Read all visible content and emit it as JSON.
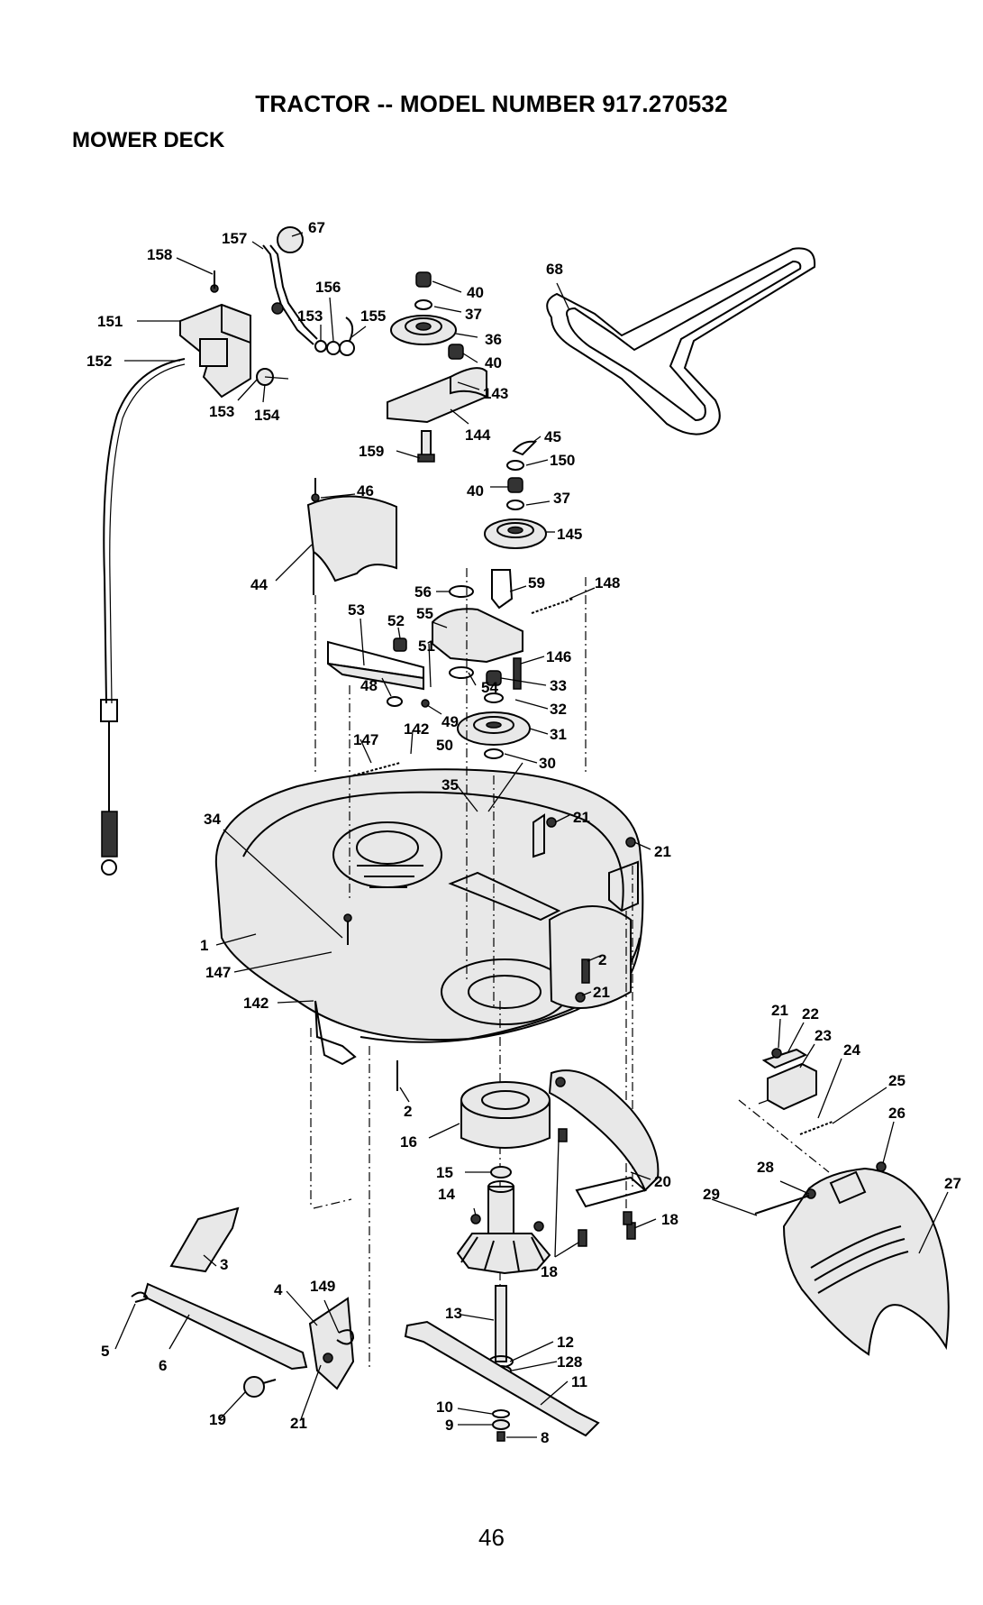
{
  "header": {
    "title": "TRACTOR -- MODEL NUMBER 917.270532",
    "section": "MOWER DECK"
  },
  "footer": {
    "page_number": "46"
  },
  "callouts": [
    {
      "id": "c67",
      "label": "67"
    },
    {
      "id": "c157",
      "label": "157"
    },
    {
      "id": "c158",
      "label": "158"
    },
    {
      "id": "c156",
      "label": "156"
    },
    {
      "id": "c151",
      "label": "151"
    },
    {
      "id": "c153a",
      "label": "153"
    },
    {
      "id": "c155",
      "label": "155"
    },
    {
      "id": "c152",
      "label": "152"
    },
    {
      "id": "c153b",
      "label": "153"
    },
    {
      "id": "c154",
      "label": "154"
    },
    {
      "id": "c40a",
      "label": "40"
    },
    {
      "id": "c37a",
      "label": "37"
    },
    {
      "id": "c36",
      "label": "36"
    },
    {
      "id": "c40b",
      "label": "40"
    },
    {
      "id": "c143",
      "label": "143"
    },
    {
      "id": "c144",
      "label": "144"
    },
    {
      "id": "c68",
      "label": "68"
    },
    {
      "id": "c159",
      "label": "159"
    },
    {
      "id": "c45",
      "label": "45"
    },
    {
      "id": "c150",
      "label": "150"
    },
    {
      "id": "c46",
      "label": "46"
    },
    {
      "id": "c40c",
      "label": "40"
    },
    {
      "id": "c37b",
      "label": "37"
    },
    {
      "id": "c145",
      "label": "145"
    },
    {
      "id": "c44",
      "label": "44"
    },
    {
      "id": "c56",
      "label": "56"
    },
    {
      "id": "c59",
      "label": "59"
    },
    {
      "id": "c148",
      "label": "148"
    },
    {
      "id": "c53",
      "label": "53"
    },
    {
      "id": "c52",
      "label": "52"
    },
    {
      "id": "c55",
      "label": "55"
    },
    {
      "id": "c51",
      "label": "51"
    },
    {
      "id": "c146",
      "label": "146"
    },
    {
      "id": "c48",
      "label": "48"
    },
    {
      "id": "c54",
      "label": "54"
    },
    {
      "id": "c33",
      "label": "33"
    },
    {
      "id": "c32",
      "label": "32"
    },
    {
      "id": "c49",
      "label": "49"
    },
    {
      "id": "c142a",
      "label": "142"
    },
    {
      "id": "c147a",
      "label": "147"
    },
    {
      "id": "c50",
      "label": "50"
    },
    {
      "id": "c31",
      "label": "31"
    },
    {
      "id": "c30",
      "label": "30"
    },
    {
      "id": "c35",
      "label": "35"
    },
    {
      "id": "c34",
      "label": "34"
    },
    {
      "id": "c21a",
      "label": "21"
    },
    {
      "id": "c21b",
      "label": "21"
    },
    {
      "id": "c1",
      "label": "1"
    },
    {
      "id": "c147b",
      "label": "147"
    },
    {
      "id": "c2a",
      "label": "2"
    },
    {
      "id": "c21c",
      "label": "21"
    },
    {
      "id": "c142b",
      "label": "142"
    },
    {
      "id": "c21d",
      "label": "21"
    },
    {
      "id": "c22",
      "label": "22"
    },
    {
      "id": "c23",
      "label": "23"
    },
    {
      "id": "c24",
      "label": "24"
    },
    {
      "id": "c25",
      "label": "25"
    },
    {
      "id": "c26",
      "label": "26"
    },
    {
      "id": "c2b",
      "label": "2"
    },
    {
      "id": "c16",
      "label": "16"
    },
    {
      "id": "c15",
      "label": "15"
    },
    {
      "id": "c14",
      "label": "14"
    },
    {
      "id": "c20",
      "label": "20"
    },
    {
      "id": "c28",
      "label": "28"
    },
    {
      "id": "c27",
      "label": "27"
    },
    {
      "id": "c29",
      "label": "29"
    },
    {
      "id": "c18a",
      "label": "18"
    },
    {
      "id": "c18b",
      "label": "18"
    },
    {
      "id": "c3",
      "label": "3"
    },
    {
      "id": "c4",
      "label": "4"
    },
    {
      "id": "c149",
      "label": "149"
    },
    {
      "id": "c13",
      "label": "13"
    },
    {
      "id": "c5",
      "label": "5"
    },
    {
      "id": "c6",
      "label": "6"
    },
    {
      "id": "c12",
      "label": "12"
    },
    {
      "id": "c128",
      "label": "128"
    },
    {
      "id": "c11",
      "label": "11"
    },
    {
      "id": "c19",
      "label": "19"
    },
    {
      "id": "c21e",
      "label": "21"
    },
    {
      "id": "c10",
      "label": "10"
    },
    {
      "id": "c9",
      "label": "9"
    },
    {
      "id": "c8",
      "label": "8"
    }
  ]
}
